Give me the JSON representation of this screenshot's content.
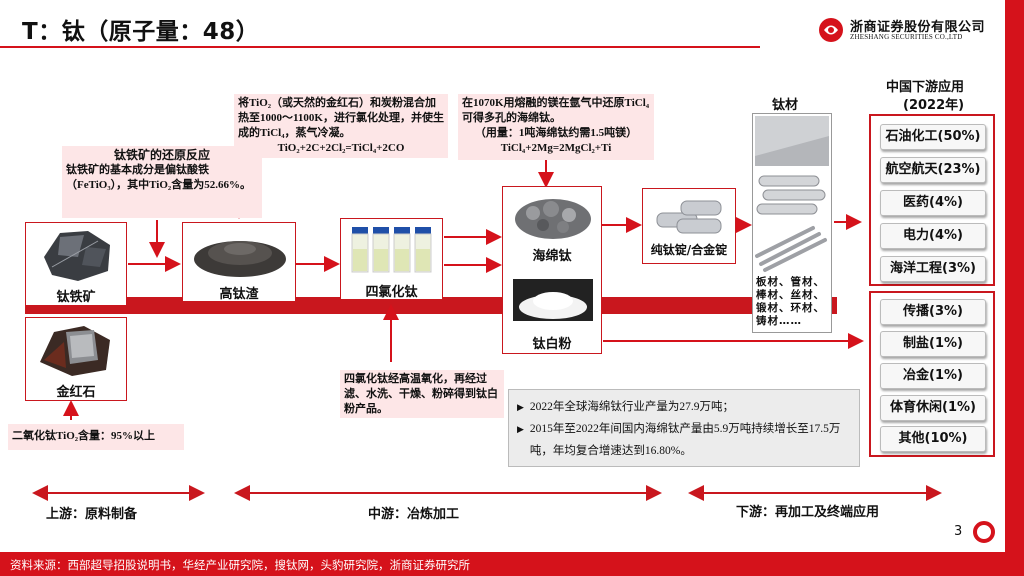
{
  "title": "T：钛（原子量：48）",
  "logo": {
    "cn": "浙商证券股份有限公司",
    "en": "ZHESHANG SECURITIES CO.,LTD"
  },
  "nodes": {
    "ilmenite": "钛铁矿",
    "rutile": "金红石",
    "high_ti_slag": "高钛渣",
    "ticl4": "四氯化钛",
    "sponge_ti": "海绵钛",
    "ti_white": "钛白粉",
    "ingot": "纯钛锭/合金锭",
    "ti_material": "钛材"
  },
  "notes": {
    "reduction_title": "钛铁矿的还原反应",
    "reduction_body": "钛铁矿的基本成分是偏钛酸铁（FeTiO₃），其中TiO₂含量为52.66%。",
    "chlorination": "将TiO₂（或天然的金红石）和炭粉混合加热至1000～1100K，进行氯化处理，并使生成的TiCl₄，蒸气冷凝。",
    "chlorination_eq": "TiO₂+2C+2Cl₂=TiCl₄+2CO",
    "mg_reduction": "在1070K用熔融的镁在氩气中还原TiCl₄可得多孔的海绵钛。",
    "mg_usage": "（用量：1吨海绵钛约需1.5吨镁）",
    "mg_eq": "TiCl₄+2Mg=2MgCl₂+Ti",
    "oxidation": "四氯化钛经高温氧化，再经过滤、水洗、干燥、粉碎得到钛白粉产品。",
    "rutile_content": "二氧化钛TiO₂含量：95%以上"
  },
  "ti_products": "板材、管材、棒材、丝材、锻材、环材、铸材……",
  "downstream": {
    "title": "中国下游应用",
    "year": "(2022年)",
    "group1": [
      "石油化工(50%)",
      "航空航天(23%)",
      "医药(4%)",
      "电力(4%)",
      "海洋工程(3%)"
    ],
    "group2": [
      "传播(3%)",
      "制盐(1%)",
      "冶金(1%)",
      "体育休闲(1%)",
      "其他(10%)"
    ]
  },
  "info": [
    "2022年全球海绵钛行业产量为27.9万吨；",
    "2015年至2022年间国内海绵钛产量由5.9万吨持续增长至17.5万吨，年均复合增速达到16.80%。"
  ],
  "stages": {
    "upstream": "上游：原料制备",
    "midstream": "中游：冶炼加工",
    "downstream": "下游：再加工及终端应用"
  },
  "page_number": "3",
  "source": "资料来源：西部超导招股说明书，华经产业研究院，搜钛网，头豹研究院，浙商证券研究所",
  "colors": {
    "accent": "#d5121b",
    "note_bg": "#fde6e7"
  }
}
